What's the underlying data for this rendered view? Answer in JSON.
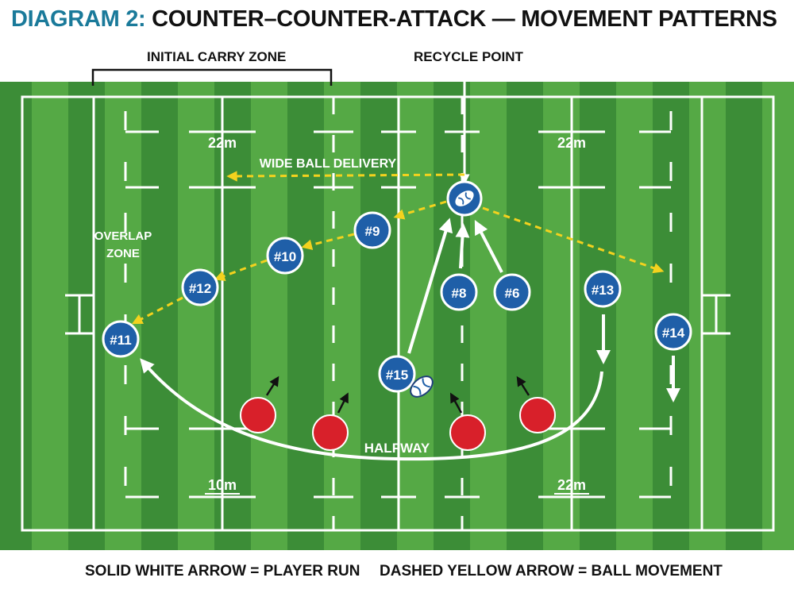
{
  "title": {
    "prefix": "DIAGRAM 2:",
    "main": "COUNTER–COUNTER-ATTACK — MOVEMENT PATTERNS"
  },
  "labels": {
    "initial_carry_zone": "INITIAL CARRY ZONE",
    "recycle_point": "RECYCLE POINT",
    "wide_ball_delivery": "WIDE BALL DELIVERY",
    "overlap_zone_line1": "OVERLAP",
    "overlap_zone_line2": "ZONE",
    "halfway": "HALFWAY",
    "mark_22m_top_left": "22m",
    "mark_22m_top_right": "22m",
    "mark_10m_bottom": "10m",
    "mark_22m_bottom_right": "22m"
  },
  "players": {
    "p9": "#9",
    "p10": "#10",
    "p12": "#12",
    "p11": "#11",
    "p8": "#8",
    "p6": "#6",
    "p13": "#13",
    "p14": "#14",
    "p15": "#15"
  },
  "legend": {
    "run": "SOLID WHITE ARROW = PLAYER RUN",
    "ball": "DASHED YELLOW ARROW = BALL MOVEMENT"
  },
  "colors": {
    "pitch_dark": "#3c8d37",
    "pitch_light": "#55a945",
    "attacker": "#1f5fa8",
    "defender": "#d8202a",
    "ball_movement": "#f3d21e",
    "title_accent": "#1a7a9a"
  },
  "icons": {
    "ball": "rugby-ball-icon"
  }
}
